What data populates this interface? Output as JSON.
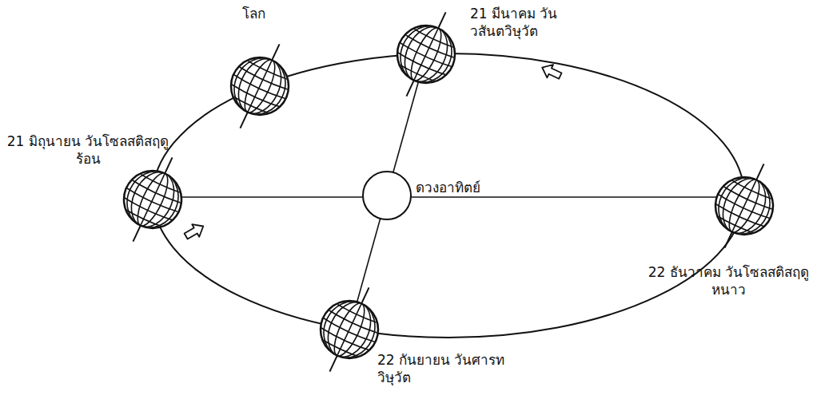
{
  "diagram": {
    "labels": [
      "โลก",
      "21 มีนาคม วันวสันตวิษุวัต",
      "21 มิถุนายน วันโซลสติสฤดูร้อน",
      "ดวงอาทิตย์",
      "22 ธันวาคม วันโซลสติสฤดูหนาว",
      "22 กันยายน วันศารทวิษุวัต"
    ]
  }
}
